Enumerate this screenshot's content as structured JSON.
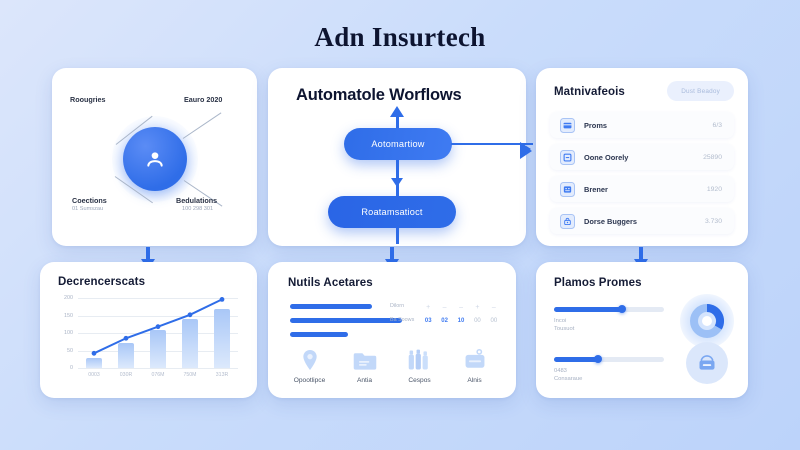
{
  "page": {
    "title": "Adn Insurtech"
  },
  "hub": {
    "center_icon": "user-avatar-icon",
    "labels": [
      {
        "text": "Roougries",
        "sub": ""
      },
      {
        "text": "Eauro 2020",
        "sub": ""
      },
      {
        "text": "Coections",
        "sub": "01 Sumszau"
      },
      {
        "text": "Bedulations",
        "sub": "100 298 301"
      }
    ]
  },
  "flow": {
    "title": "Automatole Worflows",
    "pills": [
      {
        "label": "Aotomartiow"
      },
      {
        "label": "Roatamsatioct"
      }
    ]
  },
  "list": {
    "title": "Matnivafeois",
    "badge": "Dust Beadoy",
    "rows": [
      {
        "icon": "card-icon",
        "label": "Proms",
        "value": "6/3"
      },
      {
        "icon": "minus-box-icon",
        "label": "Oone Oorely",
        "value": "25890"
      },
      {
        "icon": "face-icon",
        "label": "Brener",
        "value": "1920"
      },
      {
        "icon": "lock-bag-icon",
        "label": "Dorse Buggers",
        "value": "3.730"
      }
    ]
  },
  "chart_data": {
    "type": "bar",
    "title": "Decrencerscats",
    "categories": [
      "0003",
      "030R",
      "076M",
      "750M",
      "313R"
    ],
    "values": [
      28,
      72,
      108,
      140,
      168
    ],
    "series": [
      {
        "name": "trend-line",
        "values": [
          42,
          85,
          118,
          152,
          196
        ]
      }
    ],
    "yticks": [
      "200",
      "150",
      "100",
      "50",
      "0"
    ],
    "ylim": [
      0,
      200
    ],
    "xlabel": "",
    "ylabel": "",
    "grid": true,
    "legend": "none"
  },
  "stats": {
    "title": "Nutils Acetares",
    "bars": [
      {
        "width": 82
      },
      {
        "width": 112
      },
      {
        "width": 58
      }
    ],
    "mini": {
      "header_label": "Dilorn",
      "row_label": "Ba Soows",
      "dashes": [
        "+",
        "–",
        "–",
        "+",
        "–"
      ],
      "values": [
        "03",
        "02",
        "10",
        "00",
        "00"
      ]
    },
    "icons": [
      {
        "icon": "location-pin-icon",
        "caption": "Opootlipce"
      },
      {
        "icon": "folder-icon",
        "caption": "Antia"
      },
      {
        "icon": "bottles-icon",
        "caption": "Cespos"
      },
      {
        "icon": "briefcase-icon",
        "caption": "Alnis"
      }
    ]
  },
  "sliders": {
    "title": "Plamos Promes",
    "items": [
      {
        "percent": 62,
        "label_line1": "Incoi",
        "label_line2": "Tousuot"
      },
      {
        "percent": 40,
        "label_line1": "0483",
        "label_line2": "Consaraue"
      }
    ],
    "donut": {
      "icon": "donut-chart-icon",
      "percent": 30
    },
    "badge_icon": "archive-circle-icon"
  },
  "colors": {
    "accent": "#2f6de8",
    "accent_light": "#a9c7f7",
    "background": "#c9dcfb",
    "card": "#ffffff",
    "text_dark": "#0d1430",
    "text_muted": "#aab4c6"
  }
}
